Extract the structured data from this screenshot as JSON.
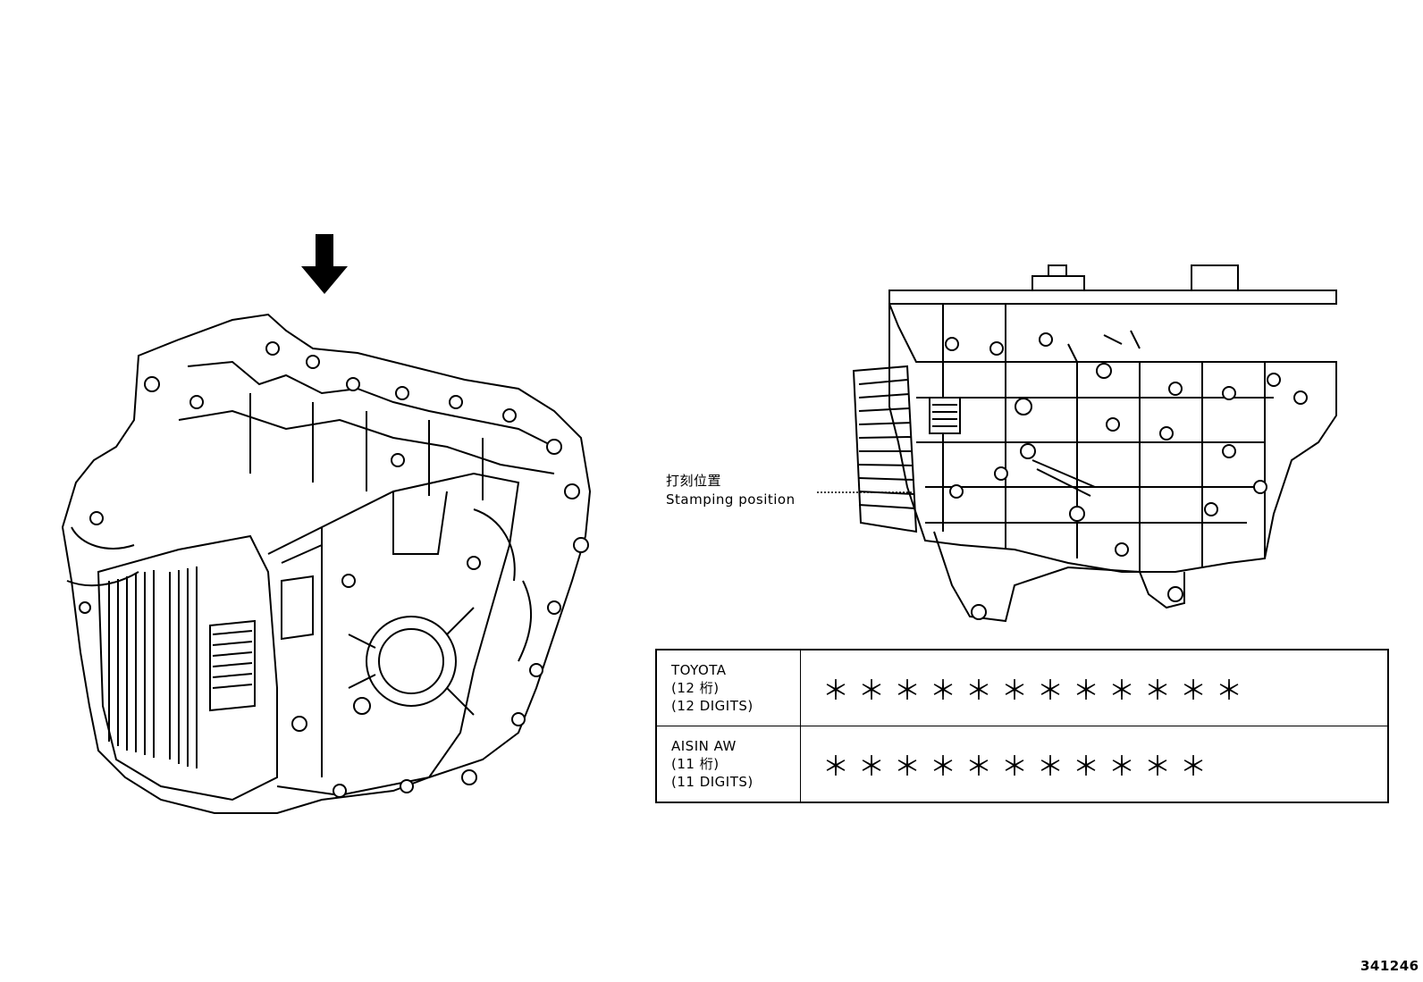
{
  "labels": {
    "stamping_position_jp": "打刻位置",
    "stamping_position_en": "Stamping position"
  },
  "code_table": {
    "rows": [
      {
        "maker": "TOYOTA",
        "digits_jp": "(12 桁)",
        "digits_en": "(12 DIGITS)",
        "code": "＊＊＊＊＊＊＊＊＊＊＊＊"
      },
      {
        "maker": "AISIN AW",
        "digits_jp": "(11 桁)",
        "digits_en": "(11 DIGITS)",
        "code": "＊＊＊＊＊＊＊＊＊＊＊"
      }
    ]
  },
  "catalog_number": "341246"
}
